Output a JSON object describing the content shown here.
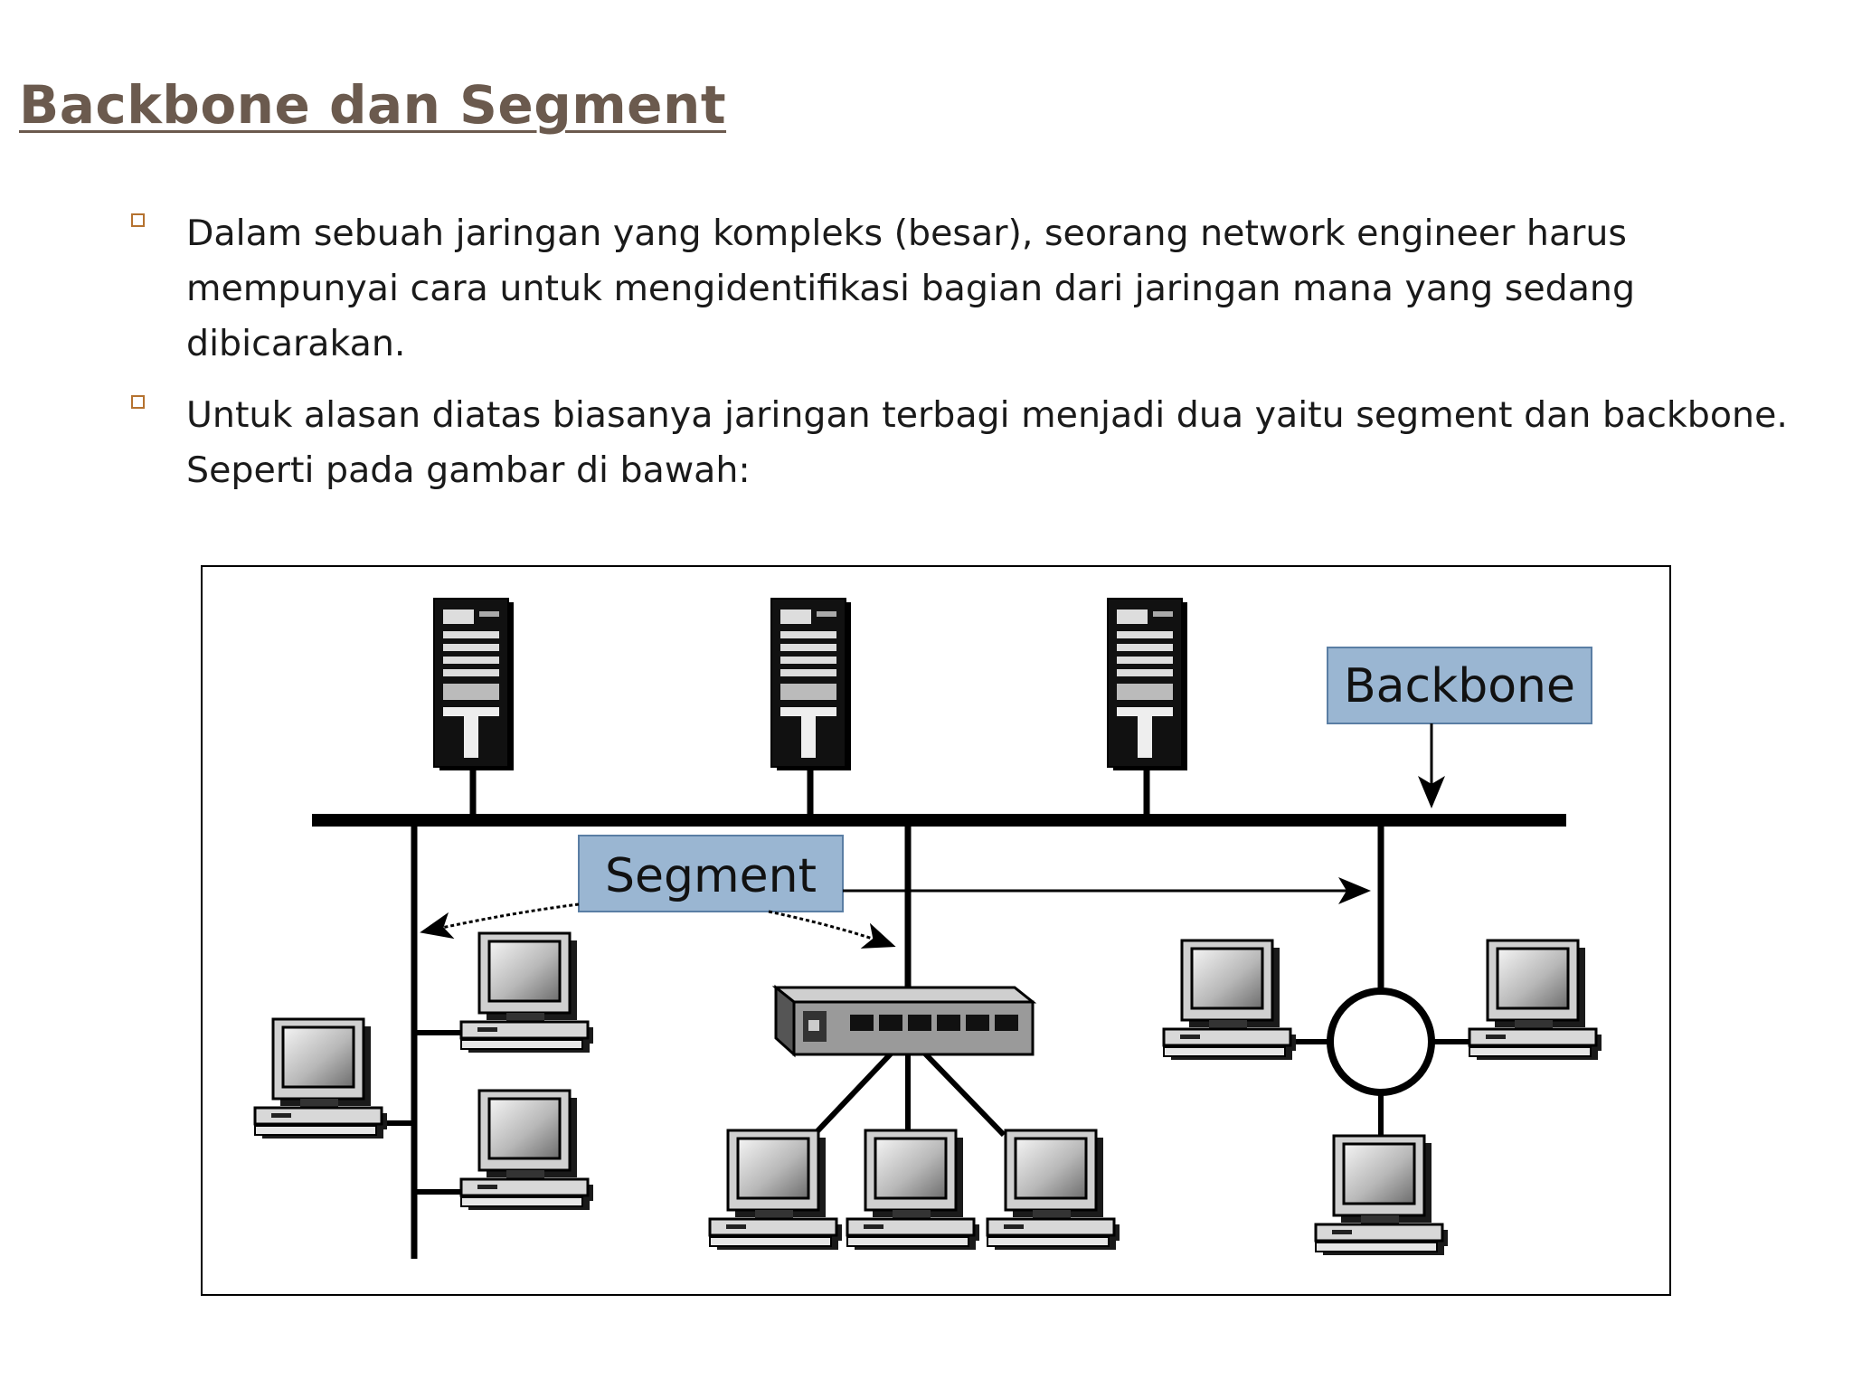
{
  "title": "Backbone dan Segment",
  "bullets": [
    {
      "text": "Dalam sebuah jaringan yang kompleks (besar), seorang network engineer harus mempunyai cara untuk mengidentifikasi bagian dari jaringan mana yang sedang dibicarakan."
    },
    {
      "text": "Untuk alasan diatas biasanya jaringan terbagi menjadi dua yaitu segment dan backbone. Seperti pada gambar di bawah:"
    }
  ],
  "diagram": {
    "backbone_label": "Backbone",
    "segment_label": "Segment",
    "icons": [
      "server-icon",
      "computer-icon",
      "hub-icon",
      "ring-icon"
    ]
  },
  "colors": {
    "title": "#6b5a4e",
    "bullet_marker": "#b5722f",
    "label_box_fill": "#9ab6d2",
    "label_box_border": "#5a7ea4"
  }
}
